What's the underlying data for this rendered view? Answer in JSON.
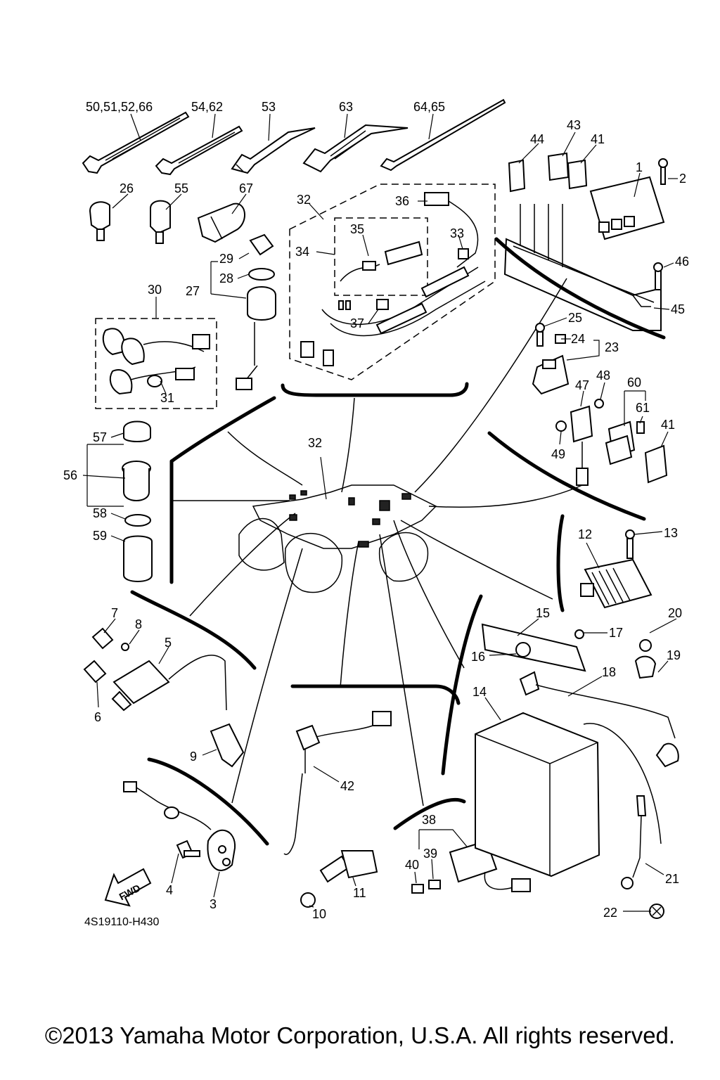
{
  "labels": {
    "l50": "50,51,52,66",
    "l54": "54,62",
    "l53": "53",
    "l63": "63",
    "l64": "64,65",
    "l43": "43",
    "l44": "44",
    "l41a": "41",
    "l1": "1",
    "l2": "2",
    "l26": "26",
    "l55": "55",
    "l67": "67",
    "l32a": "32",
    "l36": "36",
    "l35": "35",
    "l33": "33",
    "l34": "34",
    "l29": "29",
    "l28": "28",
    "l27": "27",
    "l30": "30",
    "l31": "31",
    "l37": "37",
    "l46": "46",
    "l45": "45",
    "l25": "25",
    "l24": "24",
    "l23": "23",
    "l48": "48",
    "l47": "47",
    "l60": "60",
    "l61": "61",
    "l41b": "41",
    "l49": "49",
    "l57": "57",
    "l56": "56",
    "l58": "58",
    "l59": "59",
    "l32b": "32",
    "l12": "12",
    "l13": "13",
    "l7": "7",
    "l8": "8",
    "l5": "5",
    "l6": "6",
    "l9": "9",
    "l15": "15",
    "l17": "17",
    "l20": "20",
    "l16": "16",
    "l19": "19",
    "l18": "18",
    "l14": "14",
    "l42": "42",
    "l38": "38",
    "l39": "39",
    "l40": "40",
    "l11": "11",
    "l10": "10",
    "l4": "4",
    "l3": "3",
    "l21": "21",
    "l22": "22"
  },
  "fwd_label": "FWD",
  "diagram_code": "4S19110-H430",
  "copyright": "©2013 Yamaha Motor Corporation, U.S.A. All rights reserved."
}
